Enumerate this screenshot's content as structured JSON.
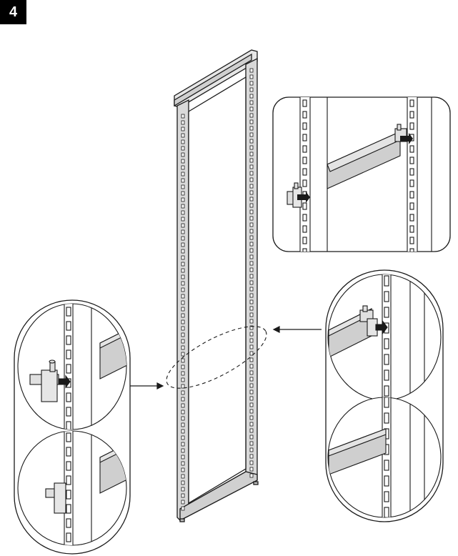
{
  "step": {
    "number": "4"
  },
  "colors": {
    "line": "#1a1a1a",
    "frame_fill": "#d9d9d9",
    "rail_fill": "#c8c8c8",
    "panel_bg": "#ffffff",
    "slot_fill": "#ffffff"
  },
  "illustration": {
    "main_part": "frame-panel",
    "details": [
      "zoom-circle-left",
      "zoom-circle-right",
      "zoom-inset-top-right"
    ],
    "arrow_icons": [
      "arrow-right-icon",
      "arrow-left-icon"
    ]
  }
}
